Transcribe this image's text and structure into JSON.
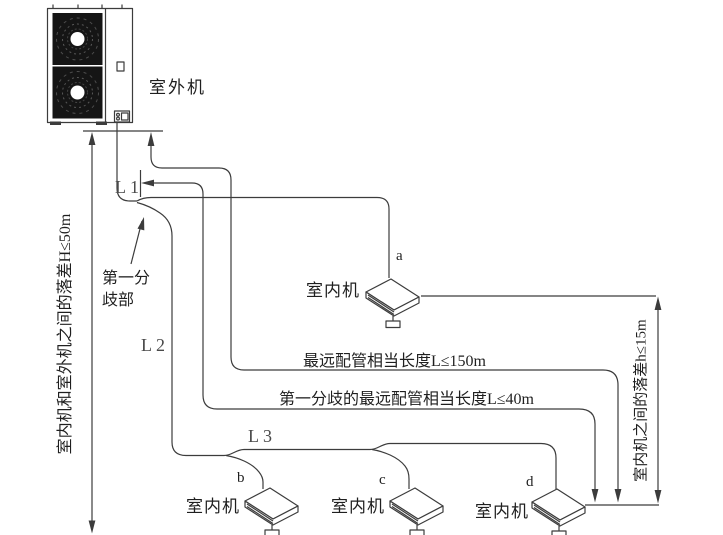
{
  "colors": {
    "line": "#3c3c3c",
    "text": "#1f1f1f",
    "fan_panel": "#151515",
    "background": "#ffffff"
  },
  "outdoor_unit": {
    "label": "室外机"
  },
  "first_branch": {
    "label": "第一分歧部"
  },
  "pipe_segments": {
    "l1": "L1",
    "l2": "L2",
    "l3": "L3"
  },
  "annotations": {
    "max_pipe_equivalent_length": "最远配管相当长度L≤150m",
    "first_branch_max_pipe_length": "第一分歧的最远配管相当长度L≤40m"
  },
  "dimensions": {
    "indoor_outdoor_height_diff": "室内机和室外机之间的落差H≤50m",
    "indoor_units_height_diff": "室内机之间的落差h≤15m"
  },
  "indoor_units": [
    {
      "id": "a",
      "label": "室内机"
    },
    {
      "id": "b",
      "label": "室内机"
    },
    {
      "id": "c",
      "label": "室内机"
    },
    {
      "id": "d",
      "label": "室内机"
    }
  ]
}
